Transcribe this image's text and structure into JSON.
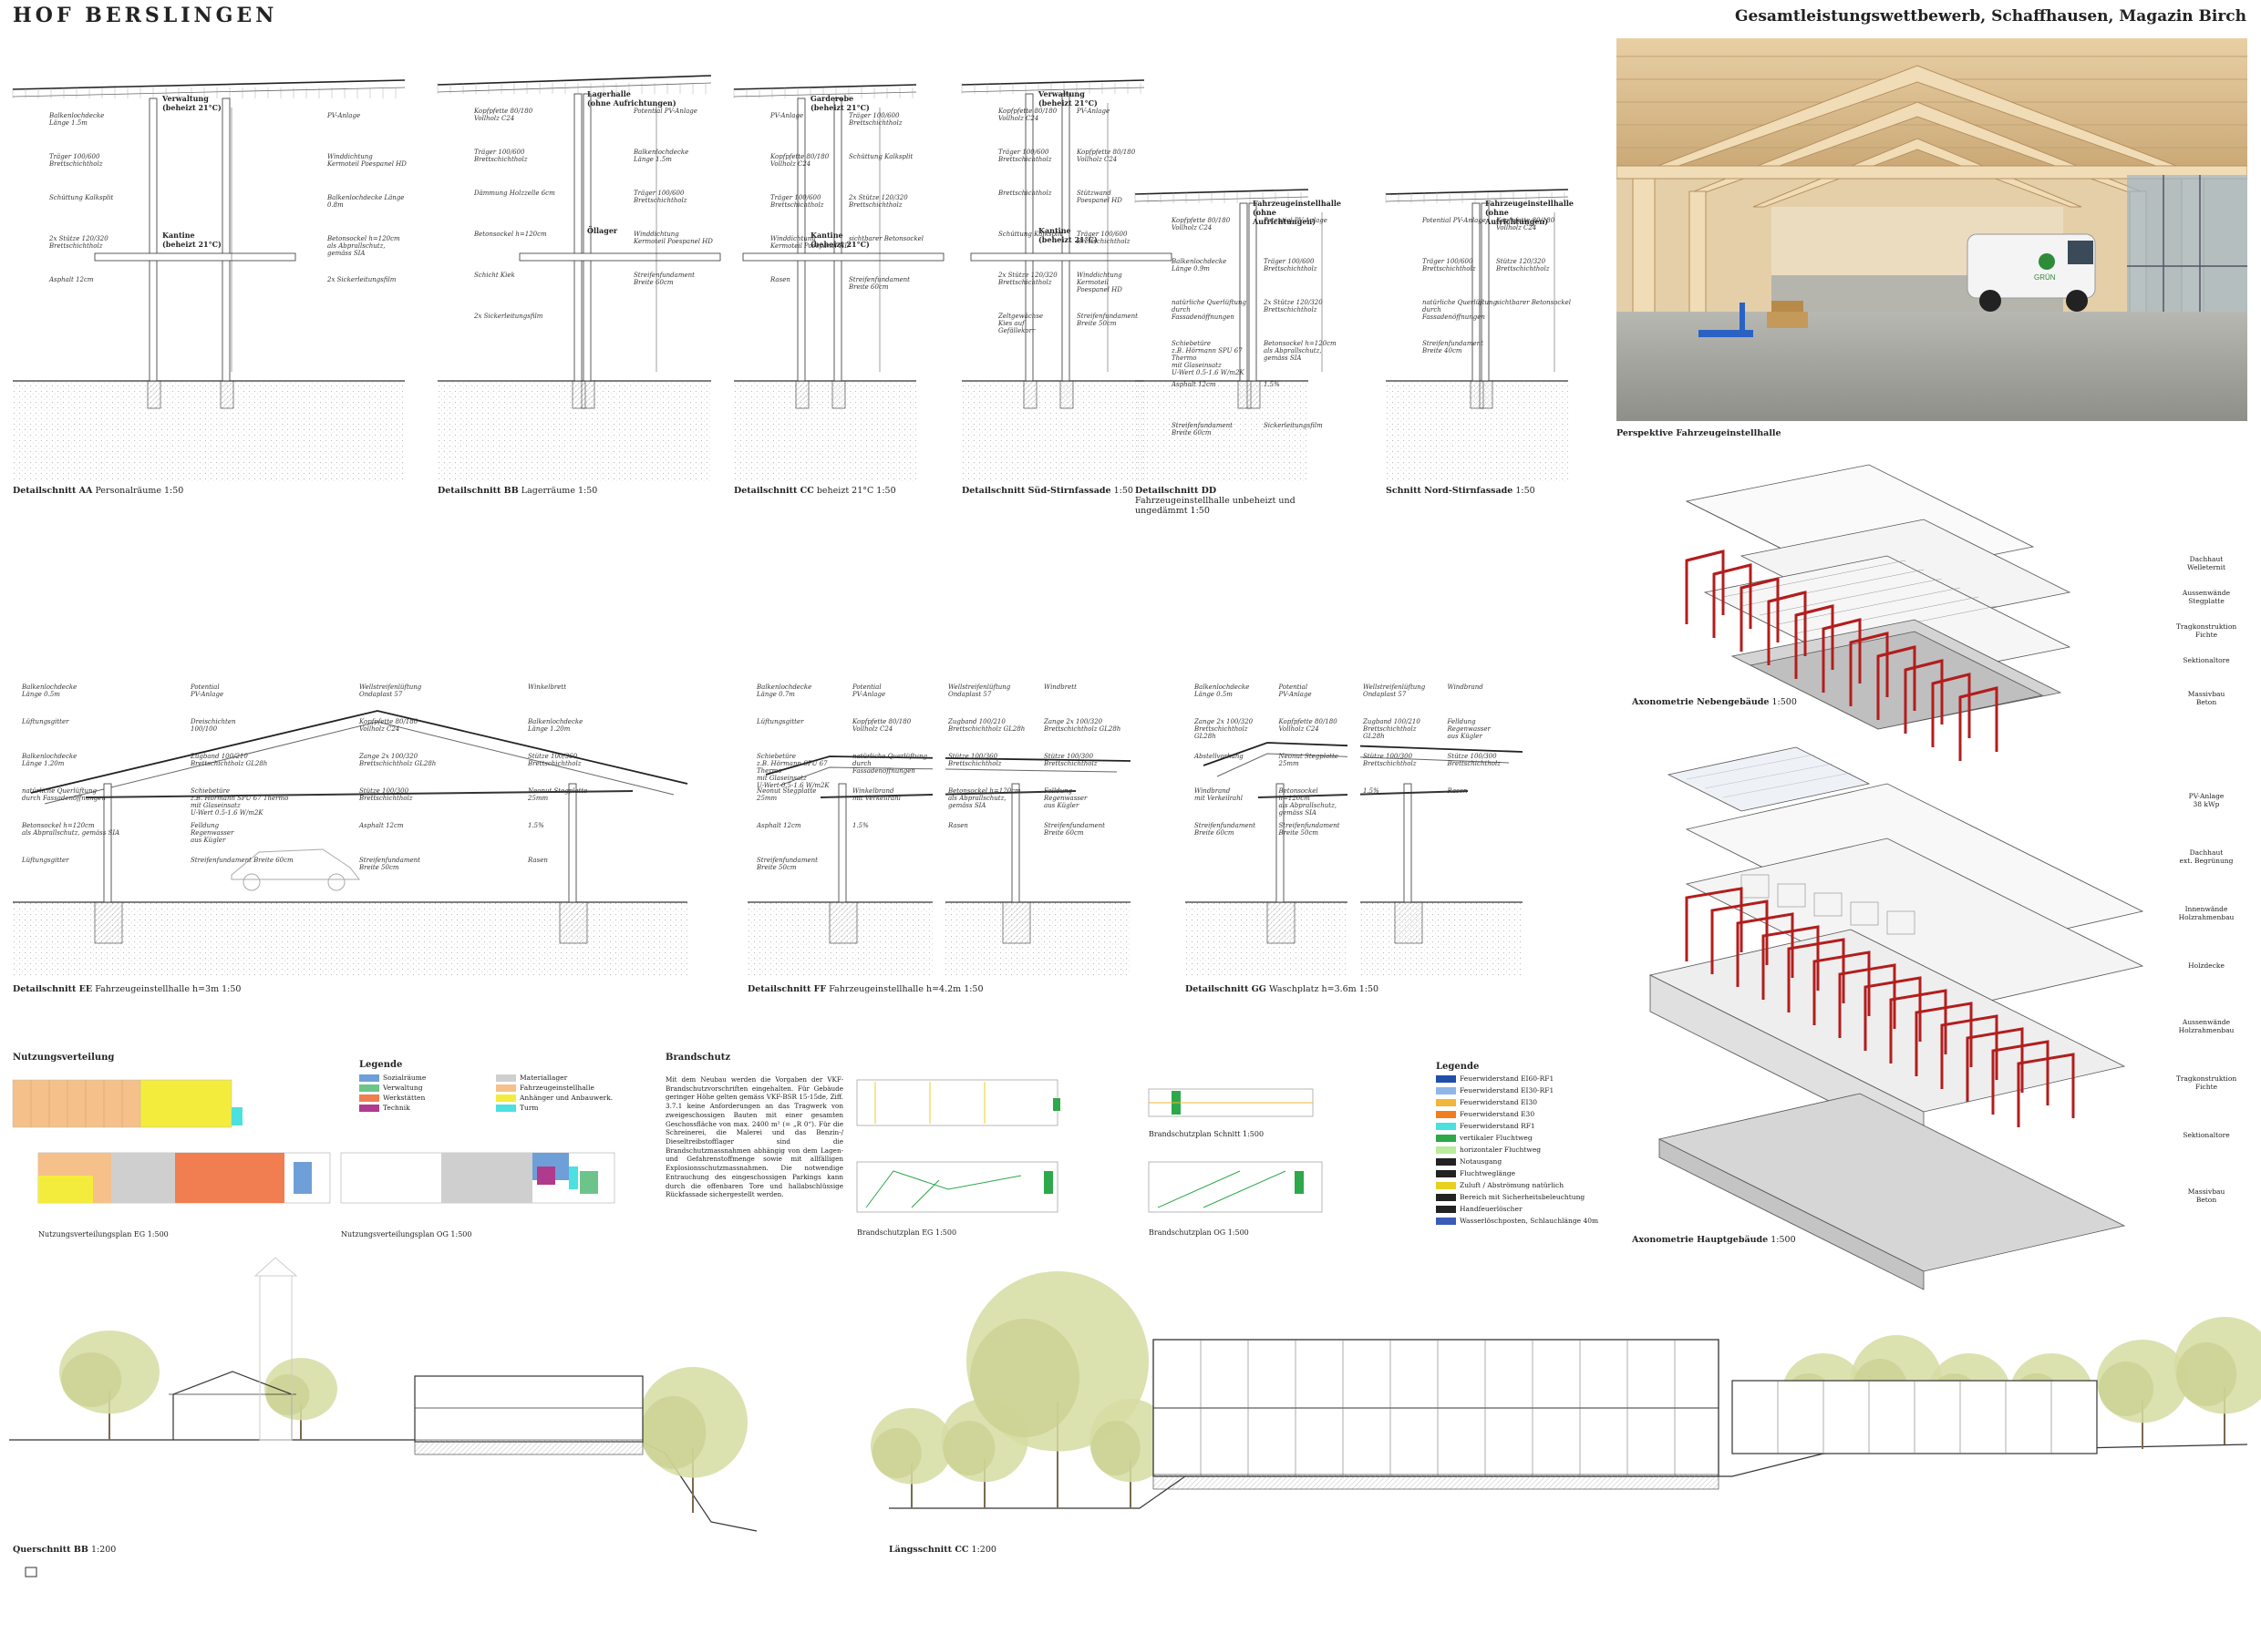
{
  "header": {
    "project_title": "HOF BERSLINGEN",
    "board_title": "Gesamtleistungswettbewerb, Schaffhausen, Magazin Birch"
  },
  "detail_sections_top": [
    {
      "title": "Detailschnitt AA",
      "subtitle": "Personalräume 1:50",
      "rooms": [
        "Verwaltung\n(beheizt 21°C)",
        "Kantine\n(beheizt 21°C)"
      ],
      "notes": [
        "Balkenlochdecke\nLänge 1.5m",
        "PV-Anlage",
        "Träger 100/600\nBrettschichtholz",
        "Winddichtung\nKermoteil Poespanel HD",
        "Schüttung Kalksplit",
        "Balkenlochdecke Länge 0.8m",
        "2x Stütze 120/320\nBrettschichtholz",
        "Betonsockel h=120cm\nals Abprallschutz,\ngemäss SIA",
        "Asphalt 12cm",
        "2x Sickerleitungsfilm"
      ]
    },
    {
      "title": "Detailschnitt BB",
      "subtitle": "Lagerräume 1:50",
      "rooms": [
        "Lagerhalle\n(ohne Aufrichtungen)",
        "Öllager"
      ],
      "notes": [
        "Kopfpfette 80/180\nVollholz C24",
        "Potential PV-Anlage",
        "Träger 100/600\nBrettschichtholz",
        "Balkenlochdecke\nLänge 1.5m",
        "Dämmung Holzzelle 6cm",
        "Träger 100/600\nBrettschichtholz",
        "Betonsockel h=120cm",
        "Winddichtung\nKermoteil Poespanel HD",
        "Schicht Kiek",
        "Streifenfundament\nBreite 60cm",
        "2x Sickerleitungsfilm"
      ]
    },
    {
      "title": "Detailschnitt CC",
      "subtitle": "beheizt 21°C 1:50",
      "rooms": [
        "Garderobe\n(beheizt 21°C)",
        "Kantine\n(beheizt 21°C)"
      ],
      "notes": [
        "PV-Anlage",
        "Träger 100/600\nBrettschichtholz",
        "Kopfpfette 80/180\nVollholz C24",
        "Schüttung Kalksplit",
        "Träger 100/600\nBrettschichtholz",
        "2x Stütze 120/320\nBrettschichtholz",
        "Winddichtung\nKermoteil Poespanel HD",
        "sichtbarer Betonsockel",
        "Rasen",
        "Streifenfundament\nBreite 60cm"
      ]
    },
    {
      "title": "Detailschnitt Süd-Stirnfassade",
      "subtitle": "1:50",
      "rooms": [
        "Verwaltung\n(beheizt 21°C)",
        "Kantine\n(beheizt 21°C)"
      ],
      "notes": [
        "Kopfpfette 80/180\nVollholz C24",
        "PV-Anlage",
        "Träger 100/600\nBrettschichtholz",
        "Kopfpfette 80/180\nVollholz C24",
        "Brettschichtholz",
        "Stützwand\nPoespanel HD",
        "Schüttung Kalksplit",
        "Träger 100/600\nBrettschichtholz",
        "2x Stütze 120/320\nBrettschichtholz",
        "Winddichtung\nKermoteil\nPoespanel HD",
        "Zeltgewächse\nKies auf\nGefällekorr",
        "Streifenfundament\nBreite 50cm"
      ]
    },
    {
      "title": "Detailschnitt DD",
      "subtitle": "Fahrzeugeinstellhalle unbeheizt und ungedämmt 1:50",
      "rooms": [
        "Fahrzeugeinstellhalle\n(ohne Aufrichtungen)"
      ],
      "notes": [
        "Kopfpfette 80/180\nVollholz C24",
        "Potential PV-Anlage",
        "Balkenlochdecke\nLänge 0.9m",
        "Träger 100/600\nBrettschichtholz",
        "natürliche Querlüftung durch\nFassadenöffnungen",
        "2x Stütze 120/320\nBrettschichtholz",
        "Schiebetüre\nz.B. Hörmann SPU 67 Thermo\nmit Glaseinsatz\nU-Wert 0.5-1.6 W/m2K",
        "Betonsockel h=120cm\nals Abprallschutz,\ngemäss SIA",
        "Asphalt 12cm",
        "1.5%",
        "Streifenfundament\nBreite 60cm",
        "Sickerleitungsfilm"
      ]
    },
    {
      "title": "Schnitt Nord-Stirnfassade",
      "subtitle": "1:50",
      "rooms": [
        "Fahrzeugeinstellhalle\n(ohne Aufrichtungen)"
      ],
      "notes": [
        "Potential PV-Anlage",
        "Kopfpfette 80/180\nVollholz C24",
        "Träger 100/600\nBrettschichtholz",
        "Stütze 120/320\nBrettschichtholz",
        "natürliche Querlüftung durch\nFassadenöffnungen",
        "sichtbarer Betonsockel",
        "Streifenfundament\nBreite 40cm"
      ]
    }
  ],
  "photo_caption": "Perspektive Fahrzeugeinstellhalle",
  "photo_van_logo": "GRÜN",
  "detail_sections_mid": [
    {
      "title": "Detailschnitt EE",
      "subtitle": "Fahrzeugeinstellhalle h=3m 1:50",
      "notes": [
        "Balkenlochdecke\nLänge 0.5m",
        "Potential\nPV-Anlage",
        "Wellstreifenlüftung\nOndaplast 57",
        "Winkelbrett",
        "Lüftungsgitter",
        "Dreischichten\n100/100",
        "Kopfpfette 80/180\nVollholz C24",
        "Balkenlochdecke\nLänge 1.20m",
        "Balkenlochdecke\nLänge 1.20m",
        "Zugband 100/210\nBrettschichtholz GL28h",
        "Zange 2x 100/320\nBrettschichtholz GL28h",
        "Stütze 100/360\nBrettschichtholz",
        "natürliche Querlüftung\ndurch Fassadenöffnungen",
        "Schiebetüre\nz.B. Hörmann SPU 67 Thermo\nmit Glaseinsatz\nU-Wert 0.5-1.6 W/m2K",
        "Stütze 100/300\nBrettschichtholz",
        "Neonut Stegplatte\n25mm",
        "Betonsockel h=120cm\nals Abprallschutz, gemäss SIA",
        "Felldung\nRegenwasser\naus Kügler",
        "Asphalt 12cm",
        "1.5%",
        "Lüftungsgitter",
        "Streifenfundament Breite 60cm",
        "Streifenfundament\nBreite 50cm",
        "Rasen"
      ]
    },
    {
      "title": "Detailschnitt FF",
      "subtitle": "Fahrzeugeinstellhalle h=4.2m 1:50",
      "notes": [
        "Balkenlochdecke\nLänge 0.7m",
        "Potential\nPV-Anlage",
        "Wellstreifenlüftung\nOndaplast 57",
        "Windbrett",
        "Lüftungsgitter",
        "Kopfpfette 80/180\nVollholz C24",
        "Zugband 100/210\nBrettschichtholz GL28h",
        "Zange 2x 100/320\nBrettschichtholz GL28h",
        "Schiebetüre\nz.B. Hörmann SPU 67 Thermo\nmit Glaseinsatz\nU-Wert 0.5-1.6 W/m2K",
        "natürliche Querlüftung\ndurch Fassadenöffnungen",
        "Stütze 100/360\nBrettschichtholz",
        "Stütze 100/300\nBrettschichtholz",
        "Neonut Stegplatte\n25mm",
        "Winkelbrand\nmit Verkeilrahl",
        "Betonsockel h=120cm\nals Abprallschutz, gemäss SIA",
        "Felldung\nRegenwasser\naus Kügler",
        "Asphalt 12cm",
        "1.5%",
        "Rasen",
        "Streifenfundament\nBreite 60cm",
        "Streifenfundament\nBreite 50cm"
      ]
    },
    {
      "title": "Detailschnitt GG",
      "subtitle": "Waschplatz h=3.6m 1:50",
      "notes": [
        "Balkenlochdecke\nLänge 0.5m",
        "Potential\nPV-Anlage",
        "Wellstreifenlüftung\nOndaplast 57",
        "Windbrand",
        "Zange 2x 100/320\nBrettschichtholz GL28h",
        "Kopfpfette 80/180\nVollholz C24",
        "Zugband 100/210\nBrettschichtholz GL28h",
        "Felldung\nRegenwasser\naus Kügler",
        "Abstellvorhang",
        "Neonut Stegplatte\n25mm",
        "Stütze 100/300\nBrettschichtholz",
        "Stütze 100/300\nBrettschichtholz",
        "Windbrand\nmit Verkeilrahl",
        "Betonsockel h=120cm\nals Abprallschutz,\ngemäss SIA",
        "1.5%",
        "Rasen",
        "Streifenfundament\nBreite 60cm",
        "Streifenfundament\nBreite 50cm"
      ]
    }
  ],
  "axo_upper": {
    "caption": "Axonometrie Nebengebäude",
    "scale": "1:500",
    "labels": [
      "Dachhaut\nWelleternit",
      "Aussenwände\nStegplatte",
      "Tragkonstruktion\nFichte",
      "Sektionaltore",
      "Massivbau\nBeton"
    ]
  },
  "axo_lower": {
    "caption": "Axonometrie Hauptgebäude",
    "scale": "1:500",
    "labels": [
      "PV-Anlage\n38 kWp",
      "Dachhaut\next. Begrünung",
      "Innenwände\nHolzrahmenbau",
      "Holzdecke",
      "Aussenwände\nHolzrahmenbau",
      "Tragkonstruktion\nFichte",
      "Sektionaltore",
      "Massivbau\nBeton"
    ]
  },
  "nutzung": {
    "heading": "Nutzungsverteilung",
    "legend_title": "Legende",
    "legend": [
      {
        "label": "Sozialräume",
        "color": "#6f9fd8"
      },
      {
        "label": "Materiallager",
        "color": "#cfcfcf"
      },
      {
        "label": "Verwaltung",
        "color": "#6cc48a"
      },
      {
        "label": "Fahrzeugeinstellhalle",
        "color": "#f5c08a"
      },
      {
        "label": "Werkstätten",
        "color": "#f07e50"
      },
      {
        "label": "Anhänger und Anbauwerk.",
        "color": "#f4ec3c"
      },
      {
        "label": "Technik",
        "color": "#b03a8e"
      },
      {
        "label": "Turm",
        "color": "#4de0e0"
      }
    ],
    "plan_eg_caption": "Nutzungsverteilungsplan EG 1:500",
    "plan_og_caption": "Nutzungsverteilungsplan OG 1:500"
  },
  "brandschutz": {
    "heading": "Brandschutz",
    "text": "Mit dem Neubau werden die Vorgaben der VKF-Brandschutzvorschriften eingehalten. Für Gebäude geringer Höhe gelten gemäss VKF-BSR 15-15de, Ziff. 3.7.1 keine Anforderungen an das Tragwerk von zweigeschossigen Bauten mit einer gesamten Geschossfläche von max. 2400 m² (= „R 0“). Für die Schreinerei, die Malerei und das Benzin-/ Dieseltreibstofflager sind die Brandschutzmassnahmen abhängig von dem Lagen- und Gefahrenstoffmenge sowie mit allfälligen Explosionsschutzmassnahmen. Die notwendige Entrauchung des eingeschossigen Parkings kann durch die offenbaren Tore und hallabschlüssige Rückfassade sichergestellt werden.",
    "legend_title": "Legende",
    "legend": [
      {
        "label": "Feuerwiderstand EI60-RF1",
        "color": "#1f4fa8"
      },
      {
        "label": "Feuerwiderstand EI30-RF1",
        "color": "#8fb6e8"
      },
      {
        "label": "Feuerwiderstand EI30",
        "color": "#f2b63a"
      },
      {
        "label": "Feuerwiderstand E30",
        "color": "#f07e20"
      },
      {
        "label": "Feuerwiderstand RF1",
        "color": "#4de0e0"
      },
      {
        "label": "vertikaler Fluchtweg",
        "color": "#2da84a"
      },
      {
        "label": "horizontaler Fluchtweg",
        "color": "#b8ec9a"
      },
      {
        "label": "Notausgang",
        "color": "#222222"
      },
      {
        "label": "Fluchtweglänge",
        "color": "#222222"
      },
      {
        "label": "Zuluft / Abströmung natürlich",
        "color": "#e8d020"
      },
      {
        "label": "Bereich mit Sicherheitsbeleuchtung",
        "color": "#222222"
      },
      {
        "label": "Handfeuerlöscher",
        "color": "#222222"
      },
      {
        "label": "Wasserlöschposten, Schlauchlänge 40m",
        "color": "#3a5bb8"
      }
    ],
    "plan_eg_caption": "Brandschutzplan EG 1:500",
    "plan_og_caption": "Brandschutzplan OG 1:500",
    "section_caption": "Brandschutzplan Schnitt 1:500"
  },
  "bottom_sections": [
    {
      "title": "Querschnitt BB",
      "scale": "1:200"
    },
    {
      "title": "Längsschnitt CC",
      "scale": "1:200"
    }
  ],
  "colors": {
    "timber_red": "#b31d1d",
    "wood": "#d9b98a",
    "concrete": "#a8a8a0"
  }
}
